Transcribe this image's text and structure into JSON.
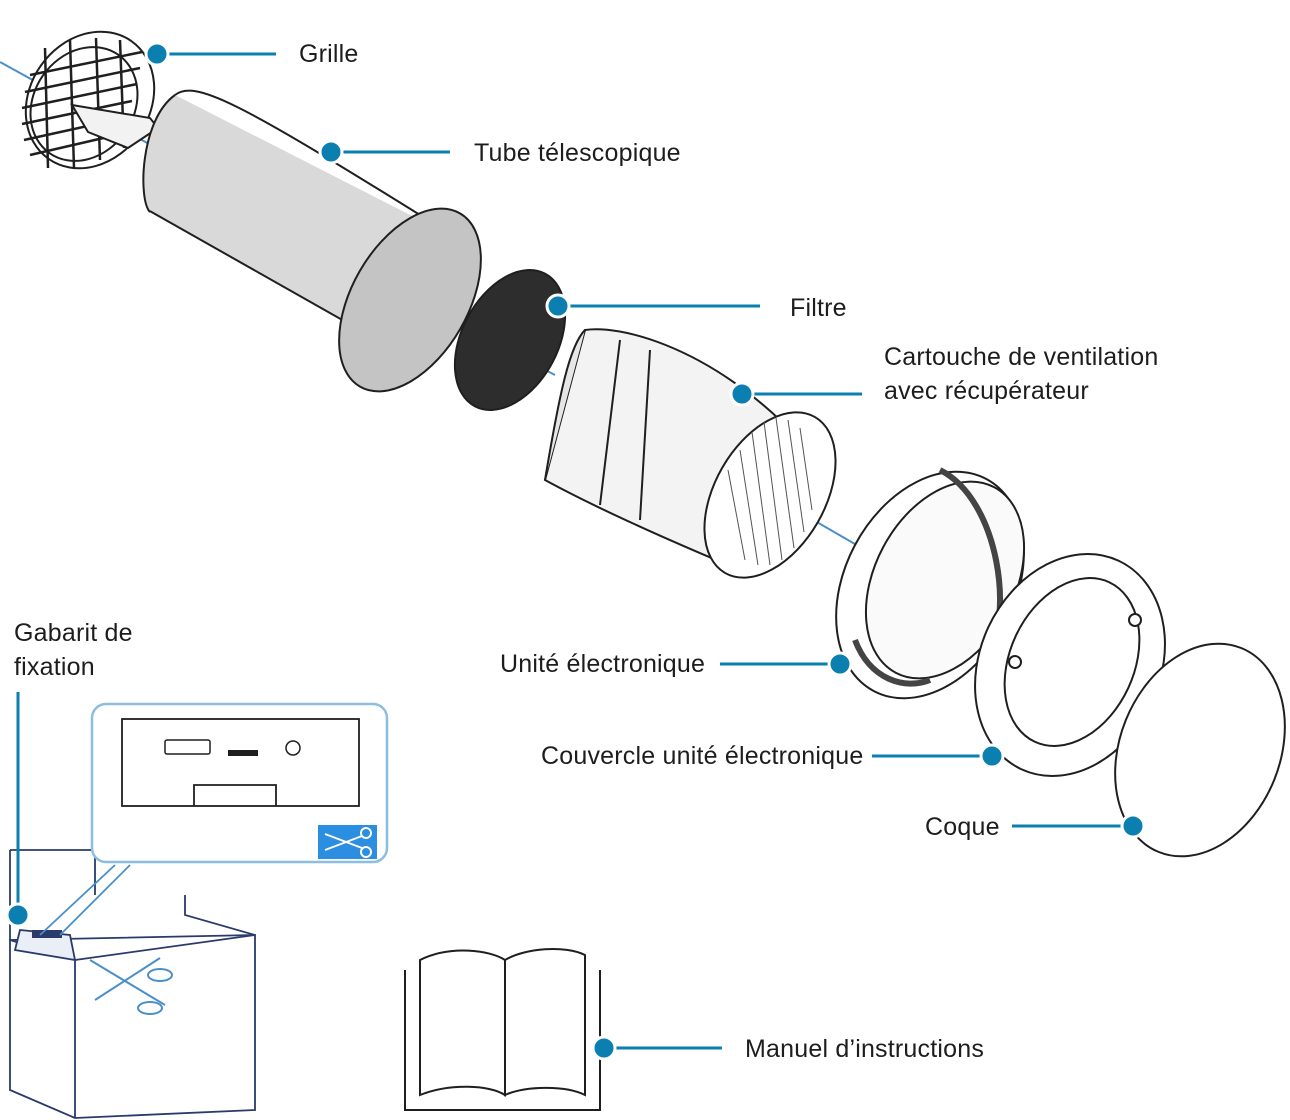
{
  "accent_color": "#0a7fb0",
  "line_color": "#1f1f1f",
  "blue_line_color": "#4a8fc8",
  "labels": {
    "grille": "Grille",
    "tube": "Tube télescopique",
    "filtre": "Filtre",
    "cartouche_line1": "Cartouche de ventilation",
    "cartouche_line2": "avec récupérateur",
    "unite": "Unité électronique",
    "couvercle": "Couvercle unité électronique",
    "coque": "Coque",
    "gabarit_line1": "Gabarit de",
    "gabarit_line2": "fixation",
    "manuel": "Manuel d’instructions"
  },
  "icons": [
    "grille-part",
    "tube-part",
    "filter-part",
    "ventilation-cartridge-part",
    "electronic-unit-part",
    "electronic-unit-cover-part",
    "shell-part",
    "mounting-template-box",
    "scissors-icon",
    "instruction-manual-book"
  ]
}
